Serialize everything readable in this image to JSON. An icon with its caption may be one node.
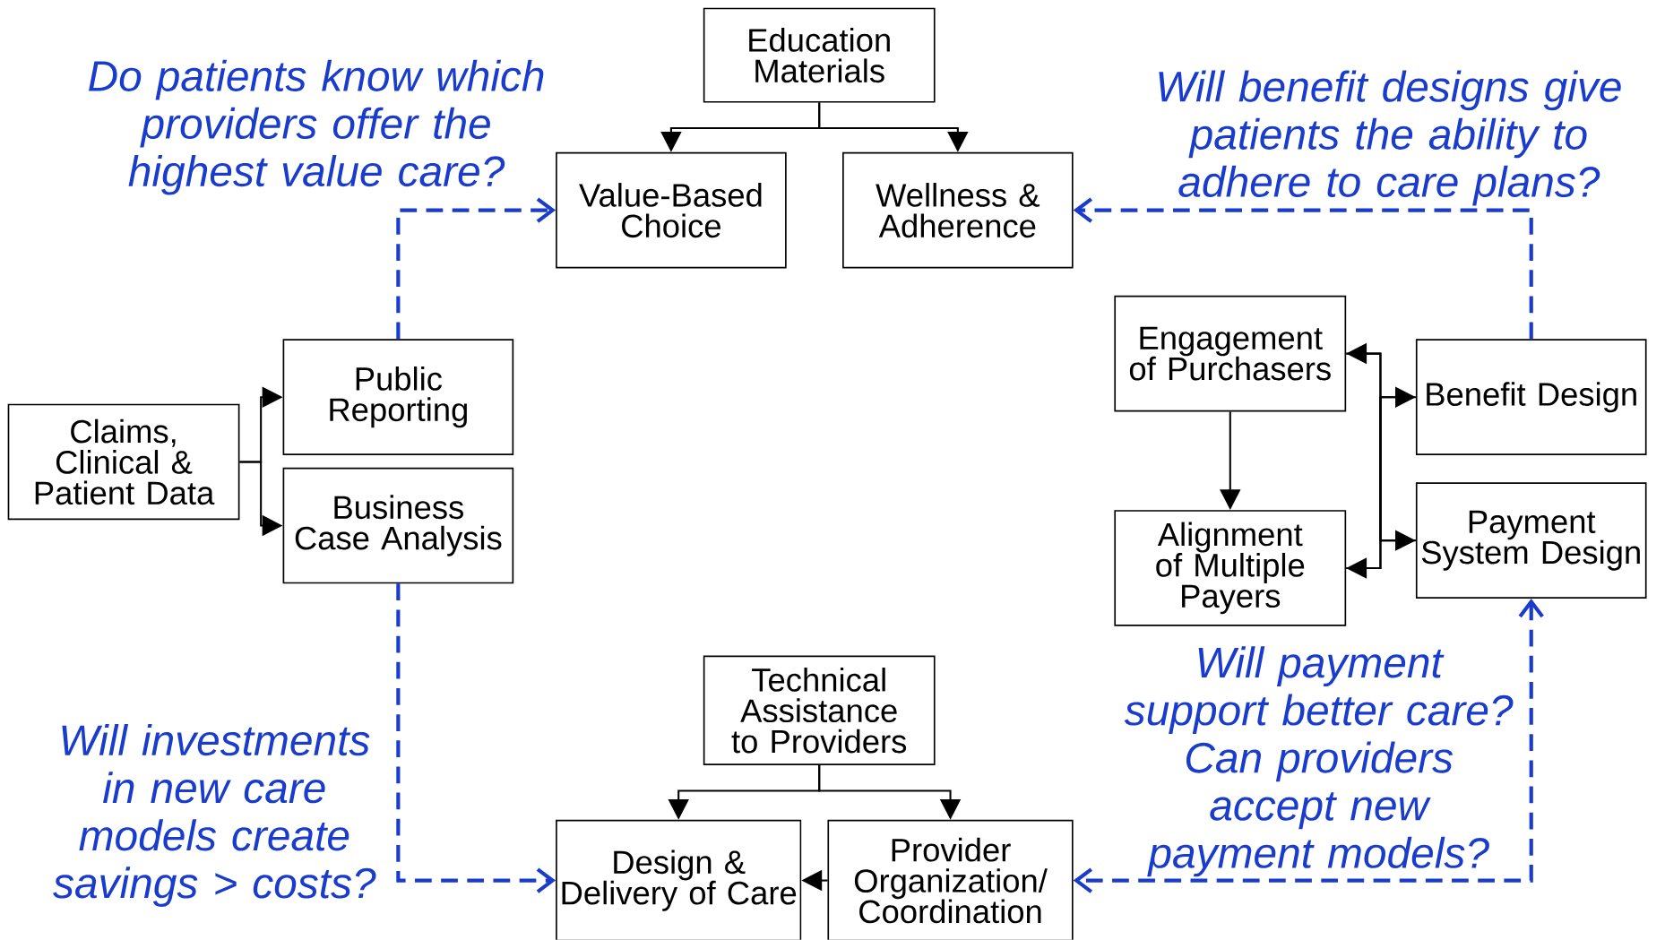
{
  "diagram": {
    "nodes": [
      {
        "text": [
          "Education Materials"
        ]
      },
      {
        "text": [
          "Value-Based Choice"
        ]
      },
      {
        "text": [
          "Wellness & Adherence"
        ]
      },
      {
        "text": [
          "Claims, Clinical & Patient Data"
        ]
      },
      {
        "text": [
          "Public Reporting"
        ]
      },
      {
        "text": [
          "Business Case Analysis"
        ]
      },
      {
        "text": [
          "Engagement of Purchasers"
        ]
      },
      {
        "text": [
          "Benefit Design"
        ]
      },
      {
        "text": [
          "Alignment of Multiple Payers"
        ]
      },
      {
        "text": [
          "Payment System Design"
        ]
      },
      {
        "text": [
          "Technical Assistance to Providers"
        ]
      },
      {
        "text": [
          "Design & Delivery of Care"
        ]
      },
      {
        "text": [
          "Provider Organization/ Coordination"
        ]
      }
    ],
    "edges": [
      {
        "from": 0,
        "to": 1,
        "arrow": "to"
      },
      {
        "from": 0,
        "to": 2,
        "arrow": "to"
      },
      {
        "from": 3,
        "to": 4,
        "arrow": "to"
      },
      {
        "from": 3,
        "to": 5,
        "arrow": "to"
      },
      {
        "from": 6,
        "to": 8,
        "arrow": "to"
      },
      {
        "from": 9,
        "to": 6,
        "arrow": "to"
      },
      {
        "from": 8,
        "to": 7,
        "arrow": "to"
      },
      {
        "from": 7,
        "to": 8,
        "arrow": "to"
      },
      {
        "from": 6,
        "to": 9,
        "arrow": "to"
      },
      {
        "from": 4,
        "to": 1,
        "arrow": "to",
        "style": "dashed",
        "color": "#1a3ccc"
      },
      {
        "from": 7,
        "to": 2,
        "arrow": "to",
        "style": "dashed",
        "color": "#1a3ccc"
      },
      {
        "from": 5,
        "to": 11,
        "arrow": "to",
        "style": "dashed",
        "color": "#1a3ccc"
      },
      {
        "from": 9,
        "to": 12,
        "arrow": "both",
        "style": "dashed",
        "color": "#1a3ccc"
      },
      {
        "from": 10,
        "to": 11,
        "arrow": "to"
      },
      {
        "from": 10,
        "to": 12,
        "arrow": "to"
      },
      {
        "from": 12,
        "to": 11,
        "arrow": "to"
      }
    ],
    "labels": [
      "Do patients know which providers offer the highest value care?",
      "Will benefit designs give patients the ability to adhere to care plans?",
      "Will payment support better care?",
      "Can providers accept new payment models?",
      "Will investments in new care models create savings > costs?"
    ]
  }
}
